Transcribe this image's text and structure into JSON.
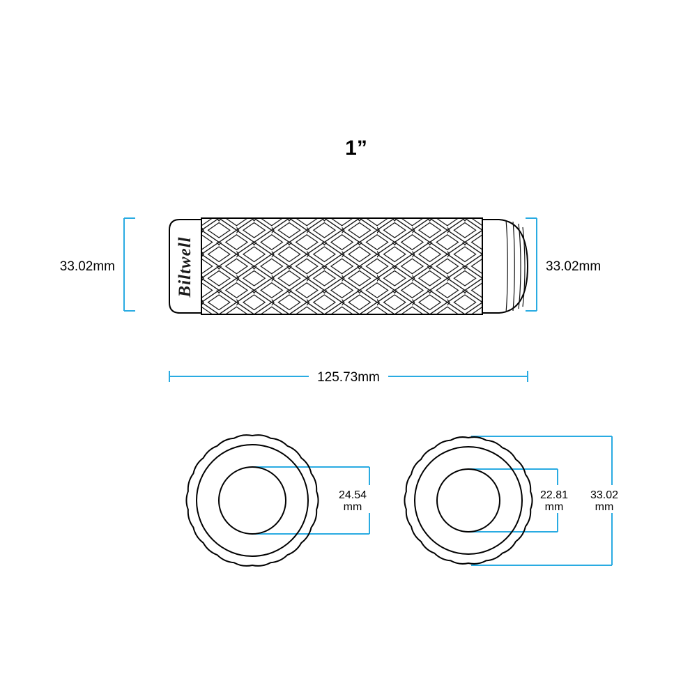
{
  "title": "1”",
  "colors": {
    "dimension": "#29ABE2",
    "ink": "#000000",
    "background": "#FFFFFF"
  },
  "side_view": {
    "brand": "Biltwell",
    "dim_left": "33.02mm",
    "dim_right": "33.02mm",
    "dim_length": "125.73mm"
  },
  "end_views": {
    "left_inner_diameter": {
      "value": "24.54",
      "unit": "mm"
    },
    "right_inner_diameter": {
      "value": "22.81",
      "unit": "mm"
    },
    "right_outer_diameter": {
      "value": "33.02",
      "unit": "mm"
    }
  }
}
